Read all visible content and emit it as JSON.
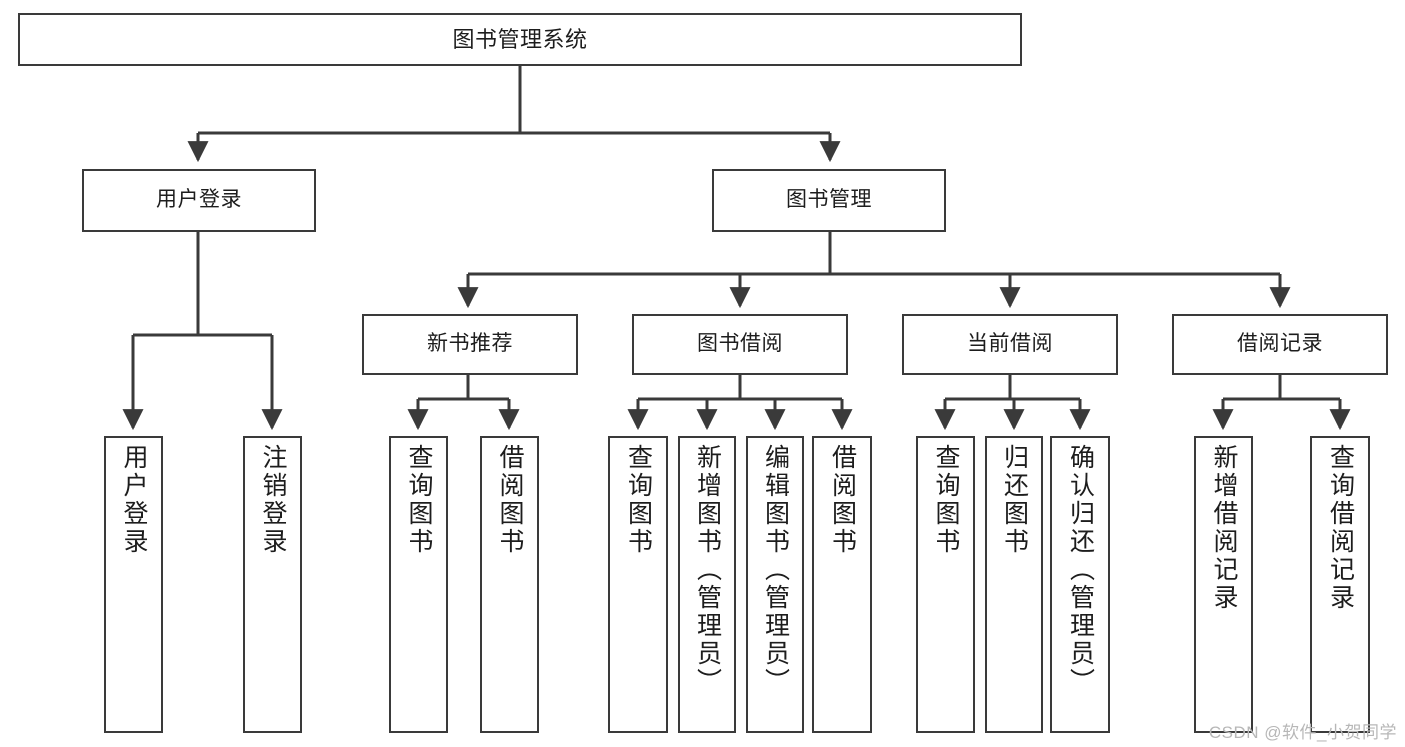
{
  "diagram": {
    "title": "图书管理系统",
    "type": "tree",
    "styles": {
      "box_border": "#3a3a3a",
      "box_fill": "#ffffff",
      "line": "#3a3a3a",
      "text": "#1d1d1d",
      "watermark": "#b7b7b7"
    },
    "watermark": "CSDN @软件_小贺同学",
    "nodes": {
      "root": {
        "label": "图书管理系统"
      },
      "level2": [
        {
          "id": "user-login",
          "label": "用户登录"
        },
        {
          "id": "book-manage",
          "label": "图书管理"
        }
      ],
      "level3": [
        {
          "id": "new-book-recommend",
          "label": "新书推荐"
        },
        {
          "id": "book-borrow",
          "label": "图书借阅"
        },
        {
          "id": "current-borrow",
          "label": "当前借阅"
        },
        {
          "id": "borrow-record",
          "label": "借阅记录"
        }
      ],
      "leaves": {
        "user-login": [
          {
            "id": "leaf-user-login",
            "label": "用户登录"
          },
          {
            "id": "leaf-user-logout",
            "label": "注销登录"
          }
        ],
        "new-book-recommend": [
          {
            "id": "leaf-query-book-1",
            "label": "查询图书"
          },
          {
            "id": "leaf-borrow-book-1",
            "label": "借阅图书"
          }
        ],
        "book-borrow": [
          {
            "id": "leaf-query-book-2",
            "label": "查询图书"
          },
          {
            "id": "leaf-add-book",
            "label": "新增图书（管理员）"
          },
          {
            "id": "leaf-edit-book",
            "label": "编辑图书（管理员）"
          },
          {
            "id": "leaf-borrow-book-2",
            "label": "借阅图书"
          }
        ],
        "current-borrow": [
          {
            "id": "leaf-query-book-3",
            "label": "查询图书"
          },
          {
            "id": "leaf-return-book",
            "label": "归还图书"
          },
          {
            "id": "leaf-confirm-return",
            "label": "确认归还（管理员）"
          }
        ],
        "borrow-record": [
          {
            "id": "leaf-add-record",
            "label": "新增借阅记录"
          },
          {
            "id": "leaf-query-record",
            "label": "查询借阅记录"
          }
        ]
      }
    }
  }
}
